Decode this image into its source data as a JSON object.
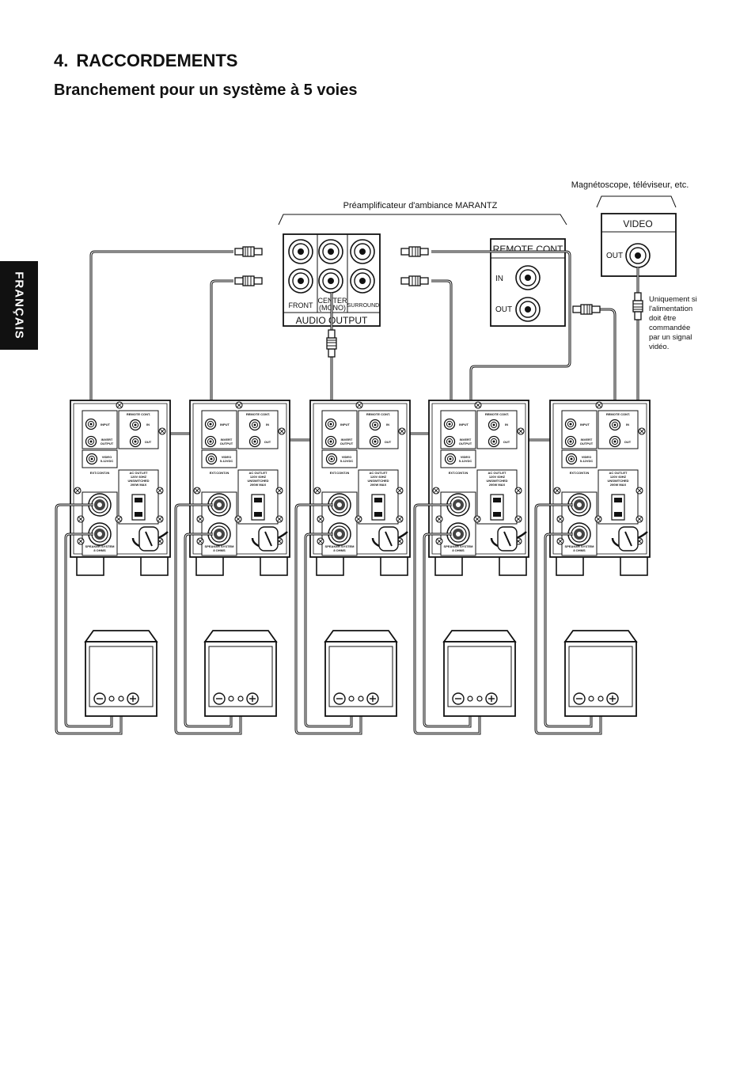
{
  "header": {
    "section_number": "4.",
    "section_title": "RACCORDEMENTS",
    "subtitle": "Branchement pour un système à 5 voies"
  },
  "side_tab": {
    "label": "FRANÇAIS"
  },
  "preamp": {
    "caption": "Préamplificateur d'ambiance MARANTZ",
    "panel_label": "AUDIO OUTPUT",
    "jack_labels": {
      "front": "FRONT",
      "center_1": "CENTER",
      "center_2": "(MONO)",
      "surround": "SURROUND"
    }
  },
  "remote_panel": {
    "title": "REMOTE CONT",
    "in_label": "IN",
    "out_label": "OUT"
  },
  "video_source": {
    "caption": "Magnétoscope, téléviseur, etc.",
    "title": "VIDEO",
    "out_label": "OUT"
  },
  "note": {
    "lines": [
      "Uniquement si",
      "l'alimentation",
      "doit être",
      "commandée",
      "par un signal",
      "vidéo."
    ]
  },
  "subwoofer_panel": {
    "input": "INPUT",
    "remote_cont": "REMOTE CONT.",
    "in": "IN",
    "out": "OUT",
    "invert_1": "INVERT",
    "invert_2": "OUTPUT",
    "video_1": "VIDEO",
    "video_2": "5-12VDC",
    "ext_cont": "EXT.CONT.IN",
    "ac_1": "AC OUTLET",
    "ac_2": "120V 60HZ",
    "ac_3": "UNSWITCHED",
    "ac_4": "200W MAX",
    "spk_1": "SPEAKER SYSTEM",
    "spk_2": "8 OHMS"
  }
}
